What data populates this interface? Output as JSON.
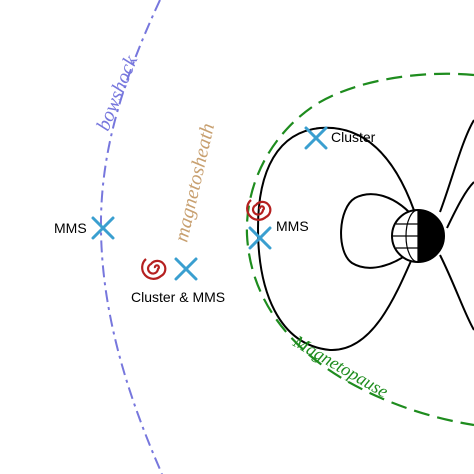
{
  "labels": {
    "bowshock": "bowshock",
    "magnetosheath": "magnetosheath",
    "magnetopause": "Magnetopause",
    "cluster_top": "Cluster",
    "mms_left": "MMS",
    "mms_right": "MMS",
    "cluster_mms": "Cluster & MMS"
  },
  "colors": {
    "bowshock": "#7777dd",
    "magnetosheath": "#c8a070",
    "magnetopause": "#1e8c1e",
    "cross_marker": "#3a9fd0",
    "spiral_marker": "#b52020",
    "field_lines": "#000000"
  },
  "icons": [
    "cross-marker-icon",
    "spiral-marker-icon",
    "earth-globe-icon"
  ]
}
